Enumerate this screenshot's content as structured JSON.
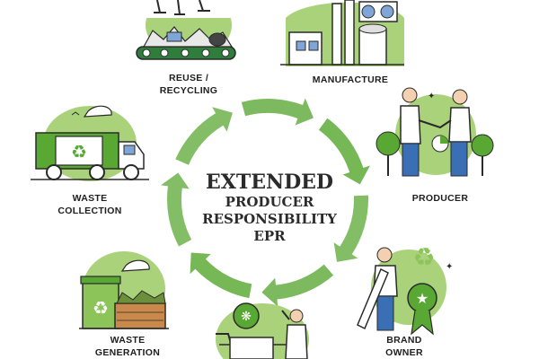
{
  "diagram": {
    "center": {
      "line1": "EXTENDED",
      "line2": "PRODUCER",
      "line3": "RESPONSIBILITY",
      "line4": "EPR"
    },
    "stages": [
      {
        "id": "reuse",
        "line1": "REUSE /",
        "line2": "RECYCLING"
      },
      {
        "id": "manufacture",
        "line1": "MANUFACTURE",
        "line2": ""
      },
      {
        "id": "producer",
        "line1": "PRODUCER",
        "line2": ""
      },
      {
        "id": "brand-owner",
        "line1": "BRAND",
        "line2": "OWNER"
      },
      {
        "id": "consumer",
        "line1": "",
        "line2": ""
      },
      {
        "id": "waste-generation",
        "line1": "WASTE",
        "line2": "GENERATION"
      },
      {
        "id": "waste-collection",
        "line1": "WASTE",
        "line2": "COLLECTION"
      }
    ]
  },
  "colors": {
    "arrow_green": "#5aa834",
    "light_green": "#bfe08f",
    "blob_green": "#a9d27a",
    "outline": "#2a2a2a",
    "accent_blue": "#7fa6d6",
    "text": "#1e1e1e"
  },
  "icons": [
    "recycling-conveyor-icon",
    "factory-icon",
    "handshake-people-icon",
    "brand-award-icon",
    "shopping-cart-icon",
    "waste-bins-icon",
    "garbage-truck-icon"
  ]
}
